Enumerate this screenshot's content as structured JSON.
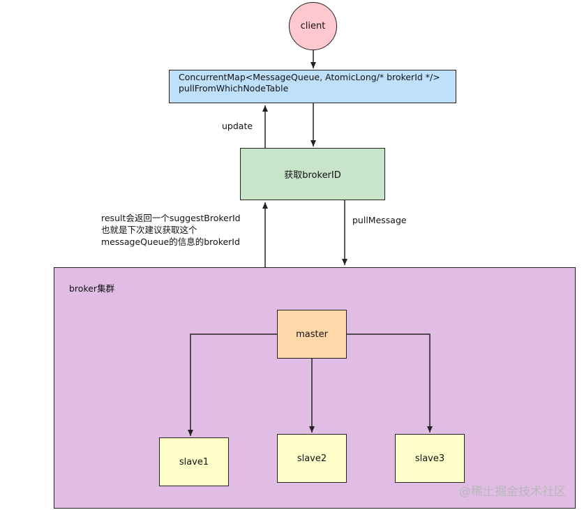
{
  "nodes": {
    "client": "client",
    "map_line1": "ConcurrentMap<MessageQueue, AtomicLong/* brokerId */>",
    "map_line2": "pullFromWhichNodeTable",
    "get_broker": "获取brokerID",
    "cluster": "broker集群",
    "master": "master",
    "slave1": "slave1",
    "slave2": "slave2",
    "slave3": "slave3"
  },
  "edge_labels": {
    "update": "update",
    "pull_message": "pullMessage",
    "result_line1": "result会返回一个suggestBrokerId",
    "result_line2": "也就是下次建议获取这个",
    "result_line3": "messageQueue的信息的brokerId"
  },
  "watermark": "@稀土掘金技术社区",
  "colors": {
    "client": "#ffc7ce",
    "map": "#bfe0fb",
    "get_broker": "#c9e5c9",
    "cluster": "#e1bde6",
    "master": "#fed8a8",
    "slave": "#fefec8"
  }
}
